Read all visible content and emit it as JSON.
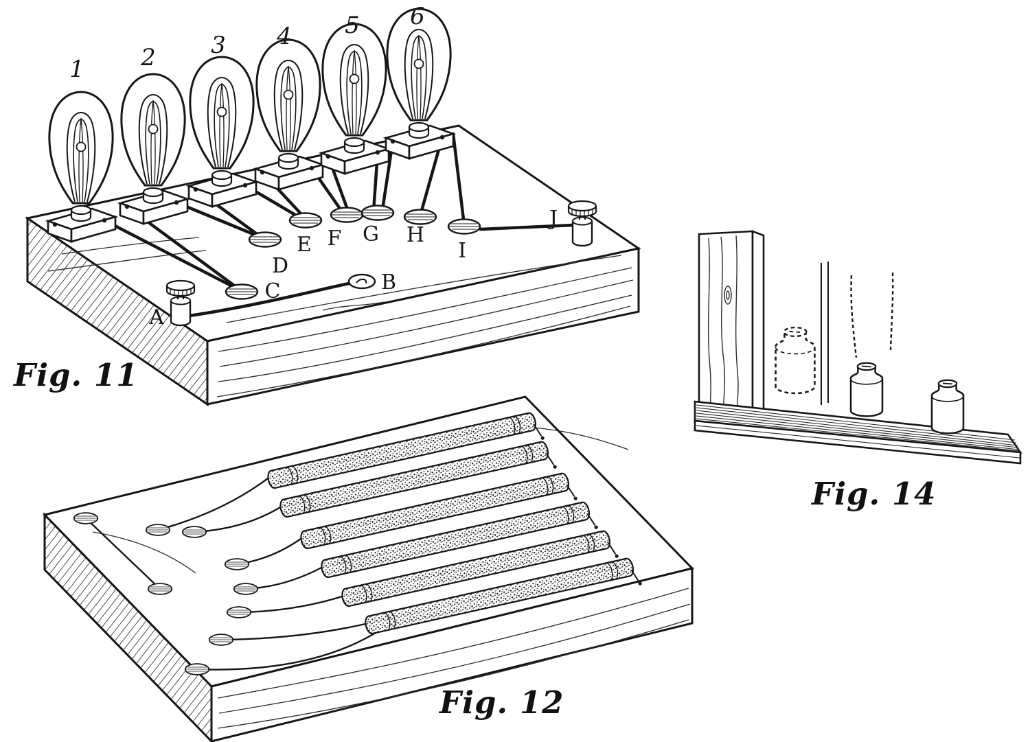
{
  "page": {
    "background": "#ffffff",
    "ink": "#161616"
  },
  "fig11": {
    "caption": "Fig. 11",
    "bulb_numbers": [
      "1",
      "2",
      "3",
      "4",
      "5",
      "6"
    ],
    "contact_labels": [
      "A",
      "B",
      "C",
      "D",
      "E",
      "F",
      "G",
      "H",
      "I",
      "J"
    ]
  },
  "fig12": {
    "caption": "Fig. 12"
  },
  "fig14": {
    "caption": "Fig. 14"
  }
}
